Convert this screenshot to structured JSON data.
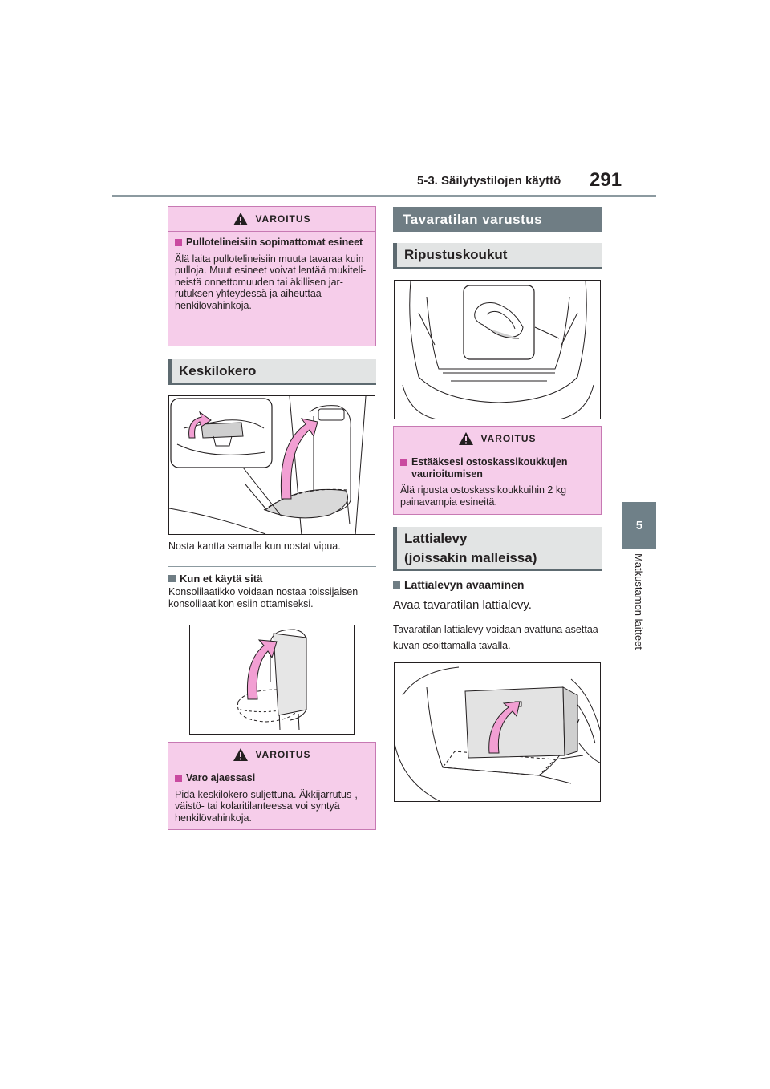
{
  "header": {
    "section": "5-3. Säilytystilojen käyttö",
    "page_number": "291"
  },
  "side_tab": {
    "number": "5",
    "chapter": "Matkustamon laitteet"
  },
  "left": {
    "warning1": {
      "label": "VAROITUS",
      "title": "Pullotelineisiin sopimattomat esineet",
      "text": "Älä laita pullotelineisiin muuta tavaraa kuin pulloja. Muut esineet voivat lentää mukiteli­neistä onnettomuuden tai äkillisen jar­rutuksen yhteydessä ja aiheuttaa henkilövahinkoja."
    },
    "section": "Keskilokero",
    "fig1_caption": "Nosta kantta samalla kun nostat vipua.",
    "subhead": "Kun et käytä sitä",
    "subtext": "Konsolilaatikko voidaan nostaa toissijai­sen konsolilaatikon esiin ottamiseksi.",
    "warning2": {
      "label": "VAROITUS",
      "title": "Varo ajaessasi",
      "text": "Pidä keskilokero suljettuna. Äkkijarrutus-, väistö- tai kolaritilan­teessa voi syntyä henkilövahinkoja."
    }
  },
  "right": {
    "section_main": "Tavaratilan varustus",
    "section_hooks": "Ripustuskoukut",
    "warning3": {
      "label": "VAROITUS",
      "title": "Estääksesi ostoskassikoukkujen vaurioitumisen",
      "text": "Älä ripusta ostoskassikoukkuihin 2 kg painavampia esineitä."
    },
    "section_floor_line1": "Lattialevy",
    "section_floor_line2": "(joissakin malleissa)",
    "subhead": "Lattialevyn avaaminen",
    "step": "Avaa tavaratilan lattialevy.",
    "step_note": "Tavaratilan lattialevy voidaan avattuna asettaa kuvan osoittamalla tavalla."
  },
  "colors": {
    "warning_bg": "#f6cdea",
    "warning_border": "#c779b3",
    "section_bg": "#e2e4e4",
    "section_dark": "#6f7d84",
    "arrow": "#f29fd3"
  }
}
